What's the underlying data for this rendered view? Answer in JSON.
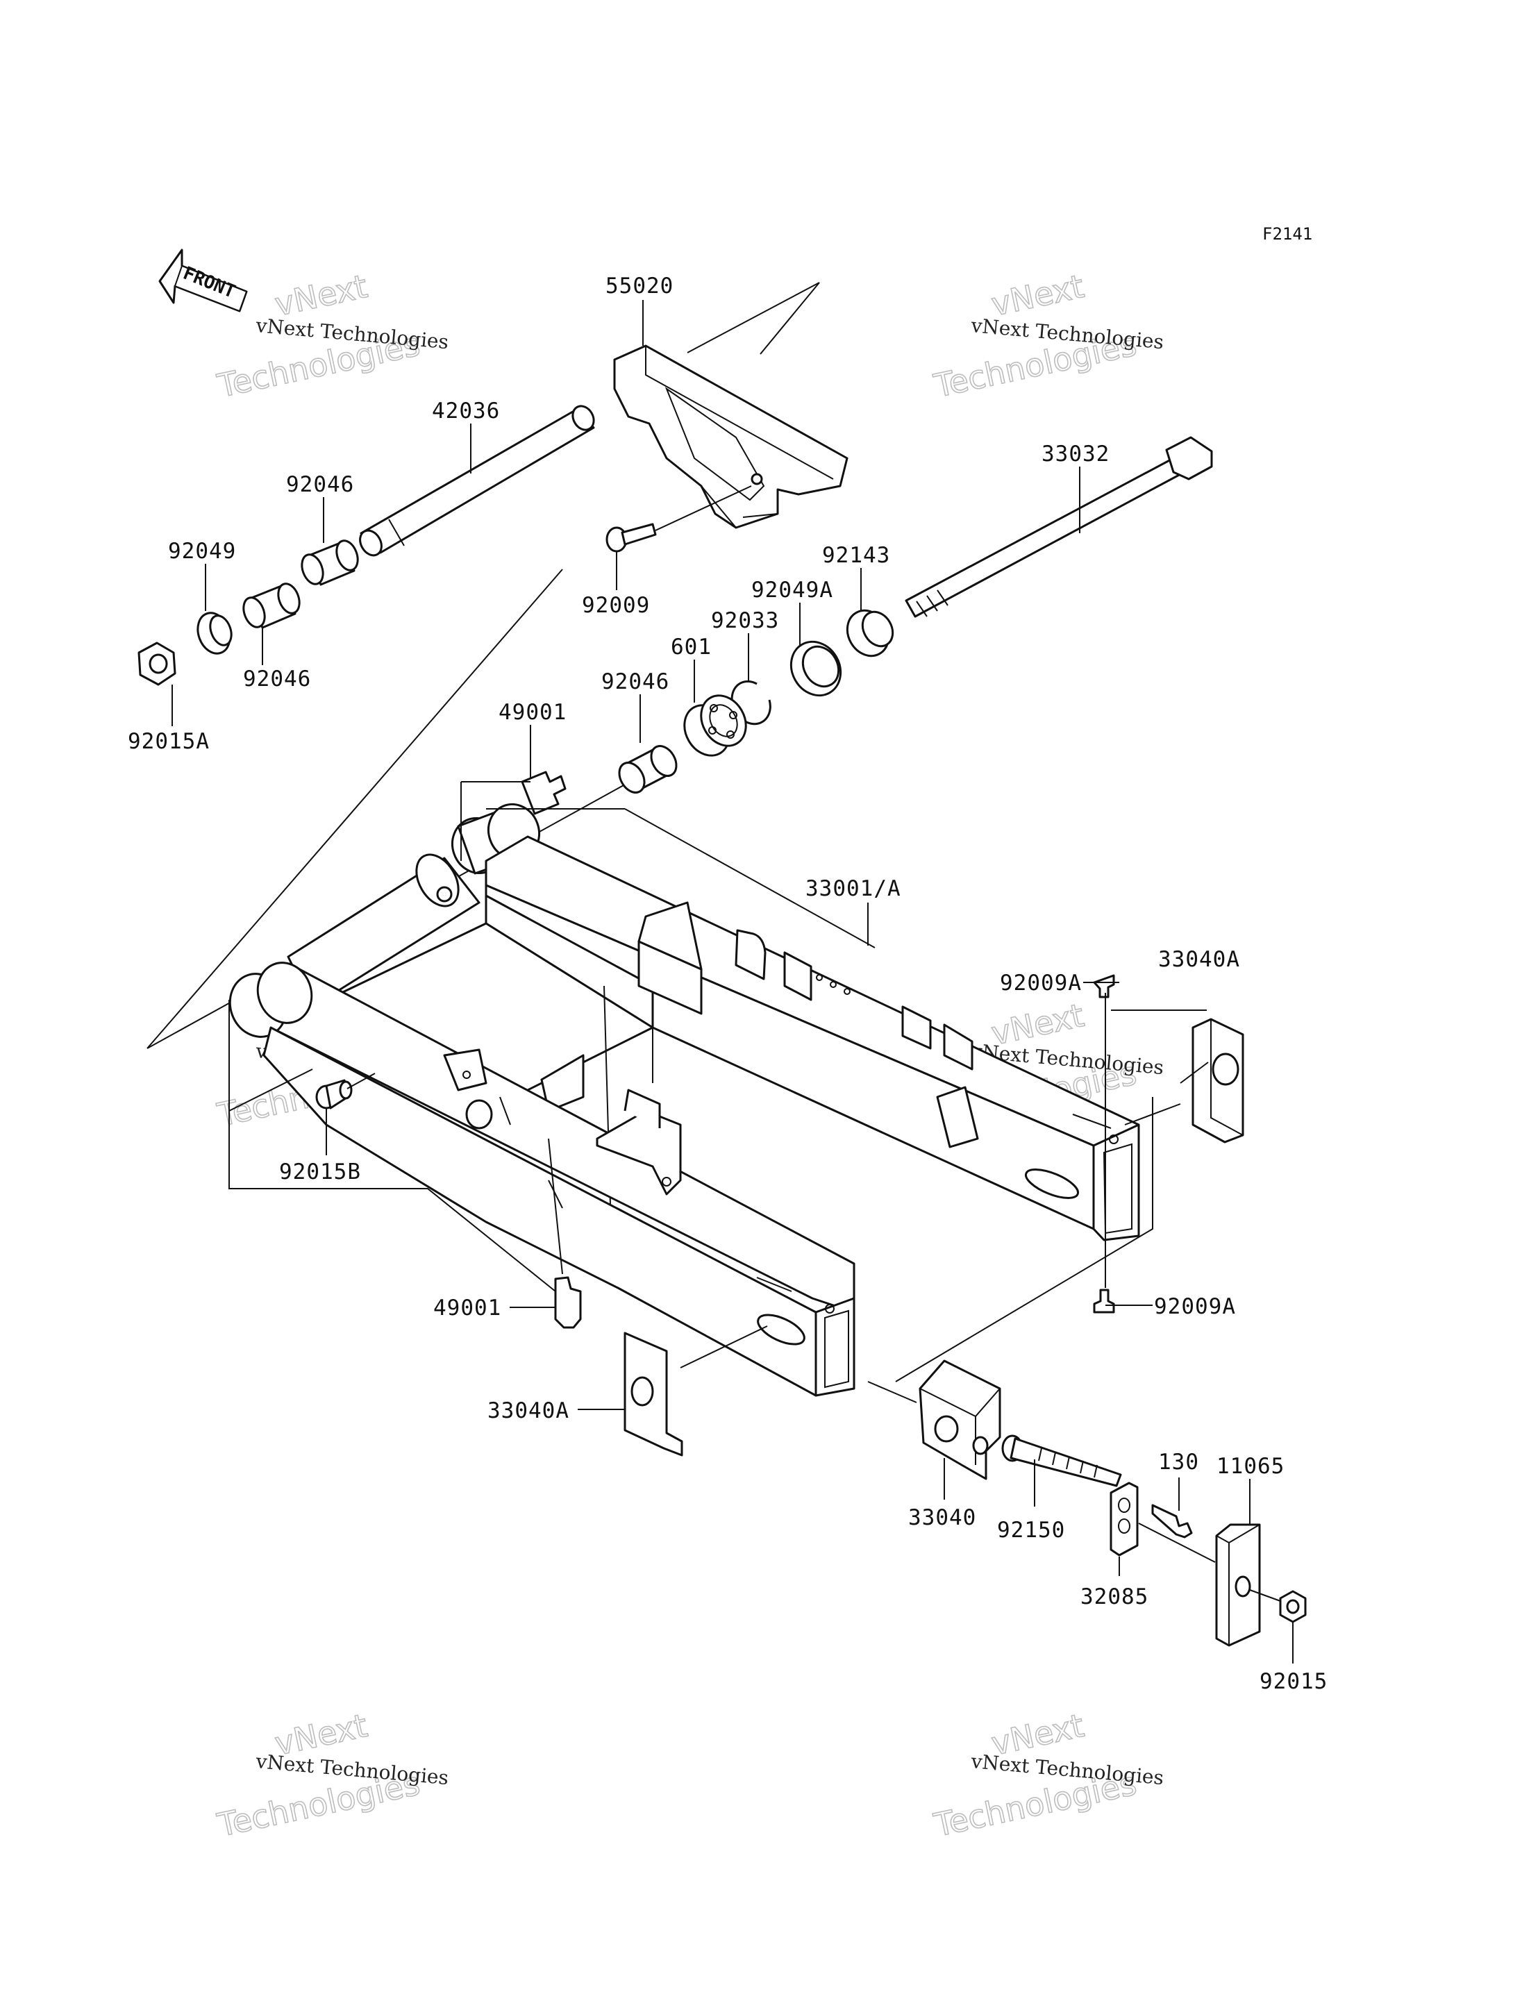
{
  "figure_code": "F2141",
  "front_label": "FRONT",
  "watermark": {
    "line1": "vNext Technologies",
    "line2": "vNext",
    "line3": "Technologies"
  },
  "parts": [
    {
      "id": "p55020",
      "number": "55020"
    },
    {
      "id": "p42036",
      "number": "42036"
    },
    {
      "id": "p33032",
      "number": "33032"
    },
    {
      "id": "p92046_a",
      "number": "92046"
    },
    {
      "id": "p92049",
      "number": "92049"
    },
    {
      "id": "p92046_b",
      "number": "92046"
    },
    {
      "id": "p92015A",
      "number": "92015A"
    },
    {
      "id": "p92009",
      "number": "92009"
    },
    {
      "id": "p92143",
      "number": "92143"
    },
    {
      "id": "p92049A",
      "number": "92049A"
    },
    {
      "id": "p92033",
      "number": "92033"
    },
    {
      "id": "p601",
      "number": "601"
    },
    {
      "id": "p92046_c",
      "number": "92046"
    },
    {
      "id": "p49001_a",
      "number": "49001"
    },
    {
      "id": "p33001A",
      "number": "33001/A"
    },
    {
      "id": "p92009A_a",
      "number": "92009A"
    },
    {
      "id": "p33040A_a",
      "number": "33040A"
    },
    {
      "id": "p92015B",
      "number": "92015B"
    },
    {
      "id": "p92009A_b",
      "number": "92009A"
    },
    {
      "id": "p49001_b",
      "number": "49001"
    },
    {
      "id": "p33040A_b",
      "number": "33040A"
    },
    {
      "id": "p33040",
      "number": "33040"
    },
    {
      "id": "p92150",
      "number": "92150"
    },
    {
      "id": "p130",
      "number": "130"
    },
    {
      "id": "p11065",
      "number": "11065"
    },
    {
      "id": "p32085",
      "number": "32085"
    },
    {
      "id": "p92015",
      "number": "92015"
    }
  ]
}
